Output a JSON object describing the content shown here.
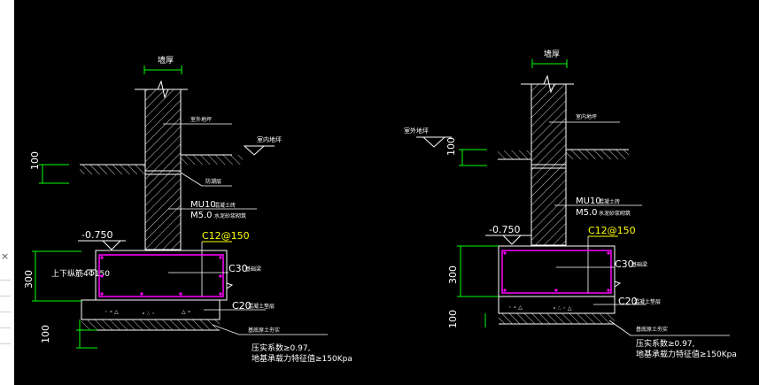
{
  "left_panel": {
    "close_glyph": "×"
  },
  "colors": {
    "background": "#000000",
    "line": "#ffffff",
    "dimension": "#00ff00",
    "rebar": "#ff00ff",
    "rebar_label": "#ffff00"
  },
  "details": [
    {
      "wall_label": "墙厚",
      "labels": {
        "elevation": "-0.750",
        "rebar": "C12@150",
        "concrete_beam": "C30",
        "concrete_beam_note": "基础梁",
        "concrete_pad": "C20",
        "concrete_pad_note": "混凝土垫层",
        "wall_spec_1": "MU10",
        "wall_spec_1_note": "混凝土砖",
        "wall_spec_2": "M5.0",
        "wall_spec_2_note": "水泥砂浆砌筑",
        "exterior_grade": "室外地坪",
        "interior_grade": "室内地坪",
        "dpc": "防潮层",
        "reinf_bar": "上下纵筋4Φ150",
        "soil_note_1": "基底原土夯实",
        "soil_note_2": "压实系数≥0.97,",
        "soil_note_3": "地基承载力特征值≥150Kpa"
      },
      "dims": {
        "top": "100",
        "beam": "300",
        "bottom": "100"
      }
    },
    {
      "wall_label": "墙厚",
      "labels": {
        "elevation": "-0.750",
        "rebar": "C12@150",
        "concrete_beam": "C30",
        "concrete_beam_note": "基础梁",
        "concrete_pad": "C20",
        "concrete_pad_note": "混凝土垫层",
        "wall_spec_1": "MU10",
        "wall_spec_1_note": "混凝土砖",
        "wall_spec_2": "M5.0",
        "wall_spec_2_note": "水泥砂浆砌筑",
        "exterior_grade": "室外地坪",
        "interior_grade": "室内地坪",
        "soil_note_1": "基底原土夯实",
        "soil_note_2": "压实系数≥0.97,",
        "soil_note_3": "地基承载力特征值≥150Kpa"
      },
      "dims": {
        "top": "100",
        "beam": "300",
        "bottom": "100"
      }
    }
  ]
}
